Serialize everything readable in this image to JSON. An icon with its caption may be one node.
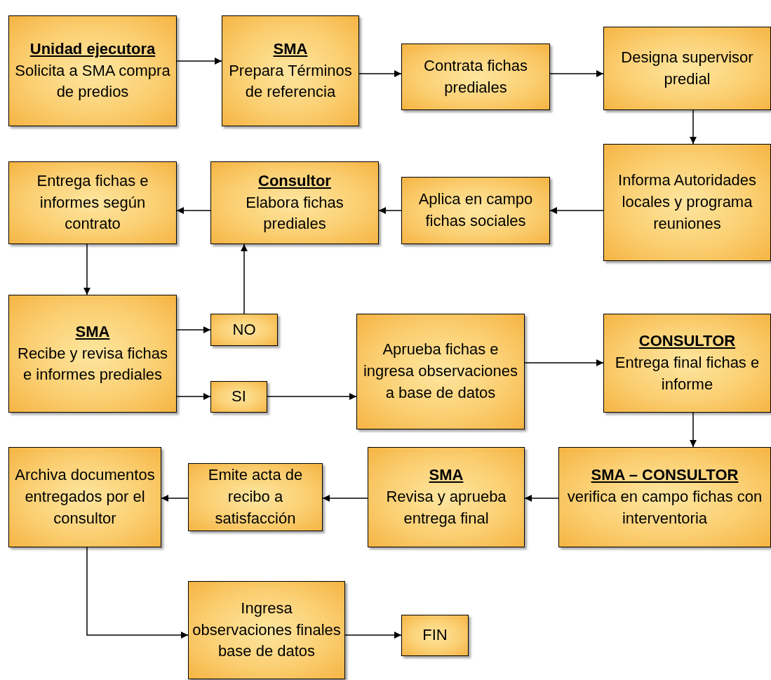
{
  "diagram": {
    "nodes": [
      {
        "text": [
          "Unidad ejecutora",
          "Solicita  a SMA compra de predios"
        ]
      },
      {
        "text": [
          "SMA",
          "Prepara Términos de referencia"
        ]
      },
      {
        "text": [
          "Contrata fichas prediales"
        ]
      },
      {
        "text": [
          "Designa supervisor predial"
        ]
      },
      {
        "text": [
          "Informa Autoridades locales y programa reuniones"
        ]
      },
      {
        "text": [
          "Aplica en campo fichas sociales"
        ]
      },
      {
        "text": [
          "Consultor",
          "Elabora fichas prediales"
        ]
      },
      {
        "text": [
          "Entrega fichas e informes según contrato"
        ]
      },
      {
        "text": [
          "SMA",
          "Recibe y revisa fichas e informes prediales"
        ]
      },
      {
        "text": [
          "NO"
        ]
      },
      {
        "text": [
          "SI"
        ]
      },
      {
        "text": [
          "Aprueba fichas e ingresa observaciones a base de datos"
        ]
      },
      {
        "text": [
          "CONSULTOR",
          "Entrega final fichas e informe"
        ]
      },
      {
        "text": [
          "SMA – CONSULTOR",
          "verifica en campo fichas con interventoria"
        ]
      },
      {
        "text": [
          "SMA",
          "Revisa y aprueba entrega final"
        ]
      },
      {
        "text": [
          "Emite acta de recibo a satisfacción"
        ]
      },
      {
        "text": [
          "Archiva documentos entregados por el consultor"
        ]
      },
      {
        "text": [
          "Ingresa observaciones finales base de datos"
        ]
      },
      {
        "text": [
          "FIN"
        ]
      }
    ],
    "edges": [
      {
        "from": 0,
        "to": 1,
        "arrow": "to"
      },
      {
        "from": 1,
        "to": 2,
        "arrow": "to"
      },
      {
        "from": 2,
        "to": 3,
        "arrow": "to"
      },
      {
        "from": 3,
        "to": 4,
        "arrow": "to"
      },
      {
        "from": 4,
        "to": 5,
        "arrow": "to"
      },
      {
        "from": 5,
        "to": 6,
        "arrow": "to"
      },
      {
        "from": 6,
        "to": 7,
        "arrow": "to"
      },
      {
        "from": 7,
        "to": 8,
        "arrow": "to"
      },
      {
        "from": 8,
        "to": 9,
        "arrow": "to"
      },
      {
        "from": 9,
        "to": 6,
        "arrow": "to"
      },
      {
        "from": 8,
        "to": 10,
        "arrow": "to"
      },
      {
        "from": 10,
        "to": 11,
        "arrow": "to"
      },
      {
        "from": 11,
        "to": 12,
        "arrow": "to"
      },
      {
        "from": 12,
        "to": 13,
        "arrow": "to"
      },
      {
        "from": 13,
        "to": 14,
        "arrow": "to"
      },
      {
        "from": 14,
        "to": 15,
        "arrow": "to"
      },
      {
        "from": 15,
        "to": 16,
        "arrow": "to"
      },
      {
        "from": 16,
        "to": 17,
        "arrow": "to"
      },
      {
        "from": 17,
        "to": 18,
        "arrow": "to"
      }
    ]
  }
}
